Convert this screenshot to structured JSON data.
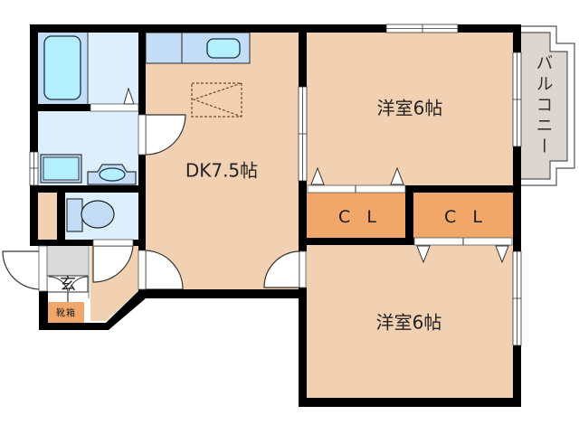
{
  "floor_plan": {
    "rooms": {
      "dk": {
        "label": "DK7.5帖"
      },
      "western_room_upper": {
        "label": "洋室6帖"
      },
      "western_room_lower": {
        "label": "洋室6帖"
      },
      "closet_left": {
        "label": "C L"
      },
      "closet_right": {
        "label": "C L"
      },
      "balcony": {
        "label": "バルコニー"
      },
      "entrance": {
        "label": "玄"
      },
      "shoe_cabinet": {
        "label": "靴箱"
      }
    },
    "colors": {
      "wall": "#000000",
      "room_floor": "#F2D0B2",
      "closet": "#F2A76A",
      "wet_area": "#DDEEFC",
      "bath_area": "#C2DDF5",
      "fixture": "#B3EFFF",
      "entrance_floor": "#DADADA",
      "balcony": "#DDD5D0"
    }
  }
}
